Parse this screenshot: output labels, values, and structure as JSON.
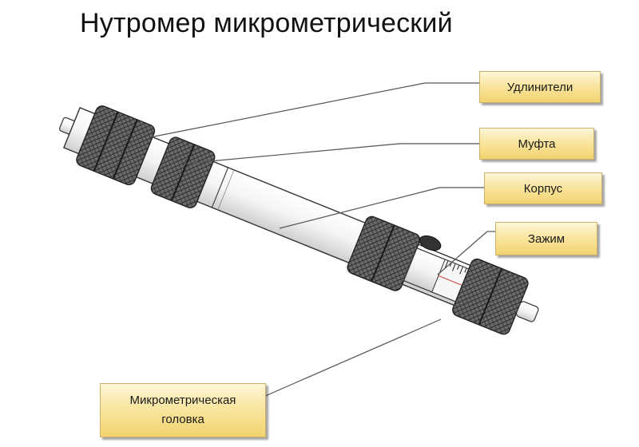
{
  "title": "Нутромер микрометрический",
  "labels": {
    "extenders": "Удлинители",
    "coupling": "Муфта",
    "body": "Корпус",
    "clamp": "Зажим",
    "micrometer_head_line1": "Микрометрическая",
    "micrometer_head_line2": "головка"
  },
  "colors": {
    "label_top": "#fdf6d8",
    "label_bottom": "#f3d36f",
    "knurl": "#5a5a5a",
    "rod": "#f2f2f2",
    "leader": "#555555"
  },
  "icons": [
    "micrometer-illustration"
  ]
}
